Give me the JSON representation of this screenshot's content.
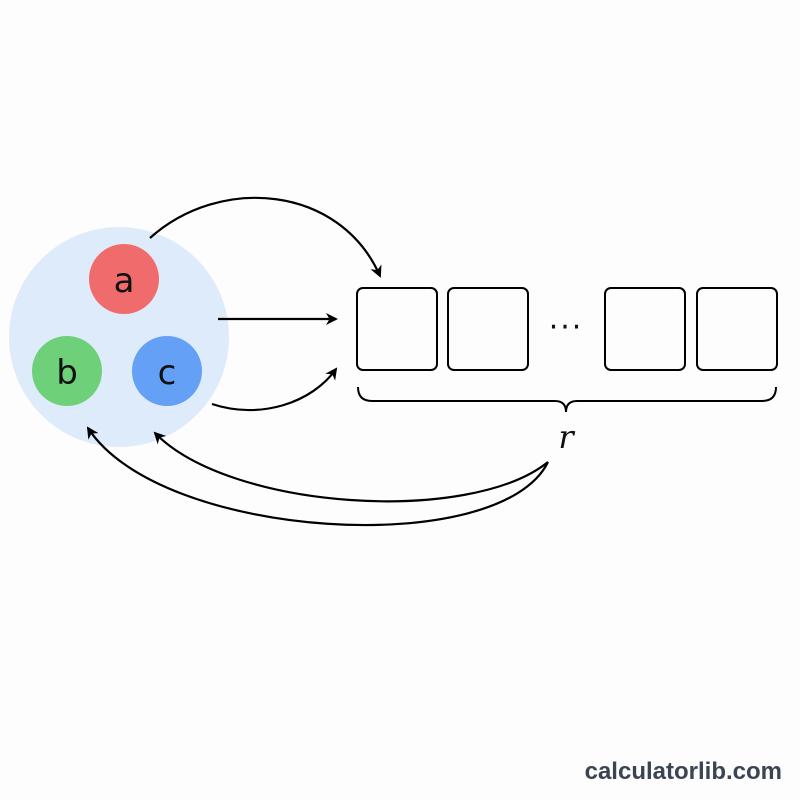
{
  "diagram": {
    "elements": [
      {
        "label": "a",
        "color": "#f06b6b"
      },
      {
        "label": "b",
        "color": "#6fd07a"
      },
      {
        "label": "c",
        "color": "#64a0f5"
      }
    ],
    "set_color": "#deebfa",
    "slots": {
      "ellipsis": "···",
      "count_label": "r"
    }
  },
  "watermark": "calculatorlib.com"
}
